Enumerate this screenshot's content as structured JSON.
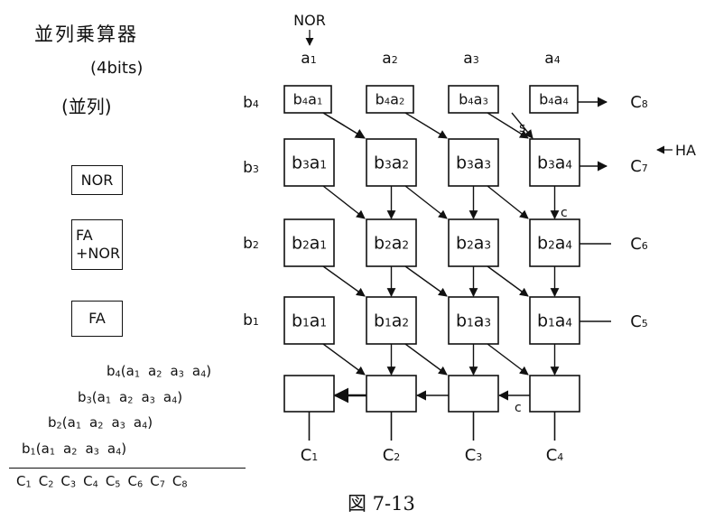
{
  "title": "並列乗算器",
  "subtitle": "(4bits)",
  "mode": "(並列)",
  "legend": {
    "nor": "NOR",
    "fa_nor": [
      "FA",
      "+NOR"
    ],
    "fa": "FA"
  },
  "top_input": "NOR",
  "side_input": "HA",
  "column_headers": [
    "a1",
    "a2",
    "a3",
    "a4"
  ],
  "row_headers": [
    "b4",
    "b3",
    "b2",
    "b1"
  ],
  "cells": [
    [
      "b4a1",
      "b4a2",
      "b4a3",
      "b4a4"
    ],
    [
      "b3a1",
      "b3a2",
      "b3a3",
      "b3a4"
    ],
    [
      "b2a1",
      "b2a2",
      "b2a3",
      "b2a4"
    ],
    [
      "b1a1",
      "b1a2",
      "b1a3",
      "b1a4"
    ]
  ],
  "right_outputs": [
    "C8",
    "C7",
    "C6",
    "C5"
  ],
  "bottom_outputs": [
    "C1",
    "C2",
    "C3",
    "C4"
  ],
  "annotations": {
    "sum": "s",
    "carry": "c"
  },
  "partial_products": [
    {
      "b": "b4",
      "terms": [
        "a1",
        "a2",
        "a3",
        "a4"
      ]
    },
    {
      "b": "b3",
      "terms": [
        "a1",
        "a2",
        "a3",
        "a4"
      ]
    },
    {
      "b": "b2",
      "terms": [
        "a1",
        "a2",
        "a3",
        "a4"
      ]
    },
    {
      "b": "b1",
      "terms": [
        "a1",
        "a2",
        "a3",
        "a4"
      ]
    }
  ],
  "result_bits": [
    "C1",
    "C2",
    "C3",
    "C4",
    "C5",
    "C6",
    "C7",
    "C8"
  ],
  "caption": "図 7-13"
}
